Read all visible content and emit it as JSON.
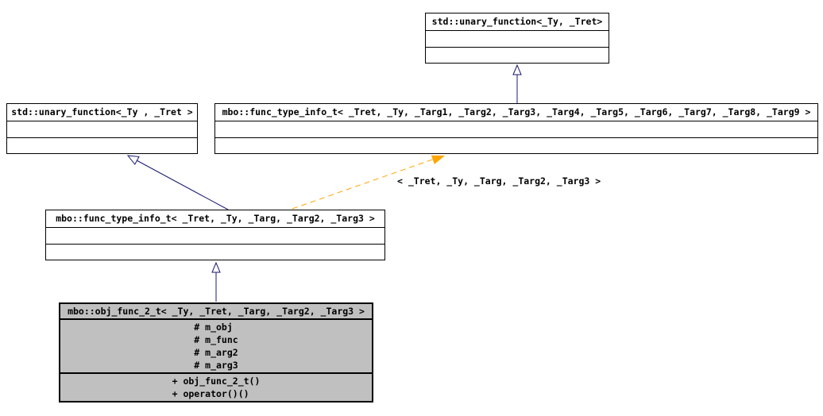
{
  "diagram": {
    "kind": "uml-class-inheritance-diagram",
    "colors": {
      "inheritance_edge": "#191970",
      "template_instance_edge": "#ffa500",
      "node_border": "#000000",
      "node_fill": "#ffffff",
      "focus_node_fill": "#c0c0c0",
      "background": "#ffffff"
    },
    "nodes": [
      {
        "id": "std-unary-function-top",
        "title": "std::unary_function<_Ty, _Tret>",
        "attributes": [],
        "methods": []
      },
      {
        "id": "std-unary-function-left",
        "title": "std::unary_function<_Ty , _Tret >",
        "attributes": [],
        "methods": []
      },
      {
        "id": "func-type-info-t-9args",
        "title": "mbo::func_type_info_t< _Tret, _Ty, _Targ1, _Targ2, _Targ3, _Targ4, _Targ5, _Targ6, _Targ7, _Targ8, _Targ9 >",
        "attributes": [],
        "methods": []
      },
      {
        "id": "func-type-info-t-3args",
        "title": "mbo::func_type_info_t< _Tret, _Ty, _Targ, _Targ2, _Targ3 >",
        "attributes": [],
        "methods": []
      },
      {
        "id": "obj-func-2-t",
        "title": "mbo::obj_func_2_t< _Ty, _Tret, _Targ, _Targ2, _Targ3 >",
        "attributes": [
          "# m_obj",
          "# m_func",
          "# m_arg2",
          "# m_arg3"
        ],
        "methods": [
          "+ obj_func_2_t()",
          "+ operator()()"
        ]
      }
    ],
    "edges": [
      {
        "from": "func-type-info-t-9args",
        "to": "std-unary-function-top",
        "type": "public-inheritance",
        "label": ""
      },
      {
        "from": "func-type-info-t-3args",
        "to": "std-unary-function-left",
        "type": "public-inheritance",
        "label": ""
      },
      {
        "from": "obj-func-2-t",
        "to": "func-type-info-t-3args",
        "type": "public-inheritance",
        "label": ""
      },
      {
        "from": "func-type-info-t-3args",
        "to": "func-type-info-t-9args",
        "type": "template-instance",
        "label": "< _Tret, _Ty, _Targ, _Targ2, _Targ3 >"
      }
    ]
  }
}
